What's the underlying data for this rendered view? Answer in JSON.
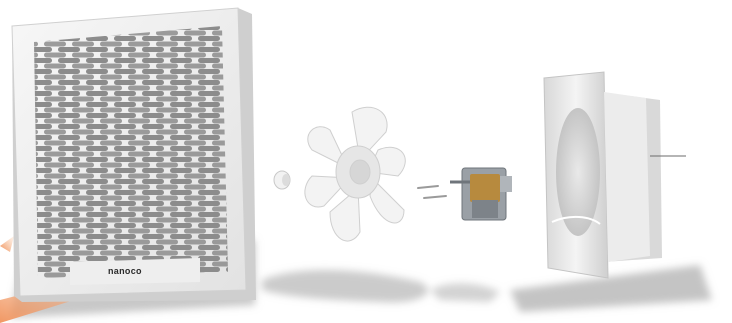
{
  "scene": {
    "description_free": true,
    "brand_text": "nanoco",
    "components": [
      {
        "name": "front-grille-panel"
      },
      {
        "name": "fan-screw-cap"
      },
      {
        "name": "fan-impeller-blade"
      },
      {
        "name": "screws"
      },
      {
        "name": "shaded-pole-motor"
      },
      {
        "name": "rear-housing"
      }
    ],
    "colors": {
      "background": "#ffffff",
      "panel": "#efefef",
      "slot": "#7a7a7a",
      "shadow": "#b9b9b9",
      "accent_arrow": "#f2a070",
      "motor_copper": "#b78a3e",
      "motor_metal": "#9aa0a6"
    }
  }
}
